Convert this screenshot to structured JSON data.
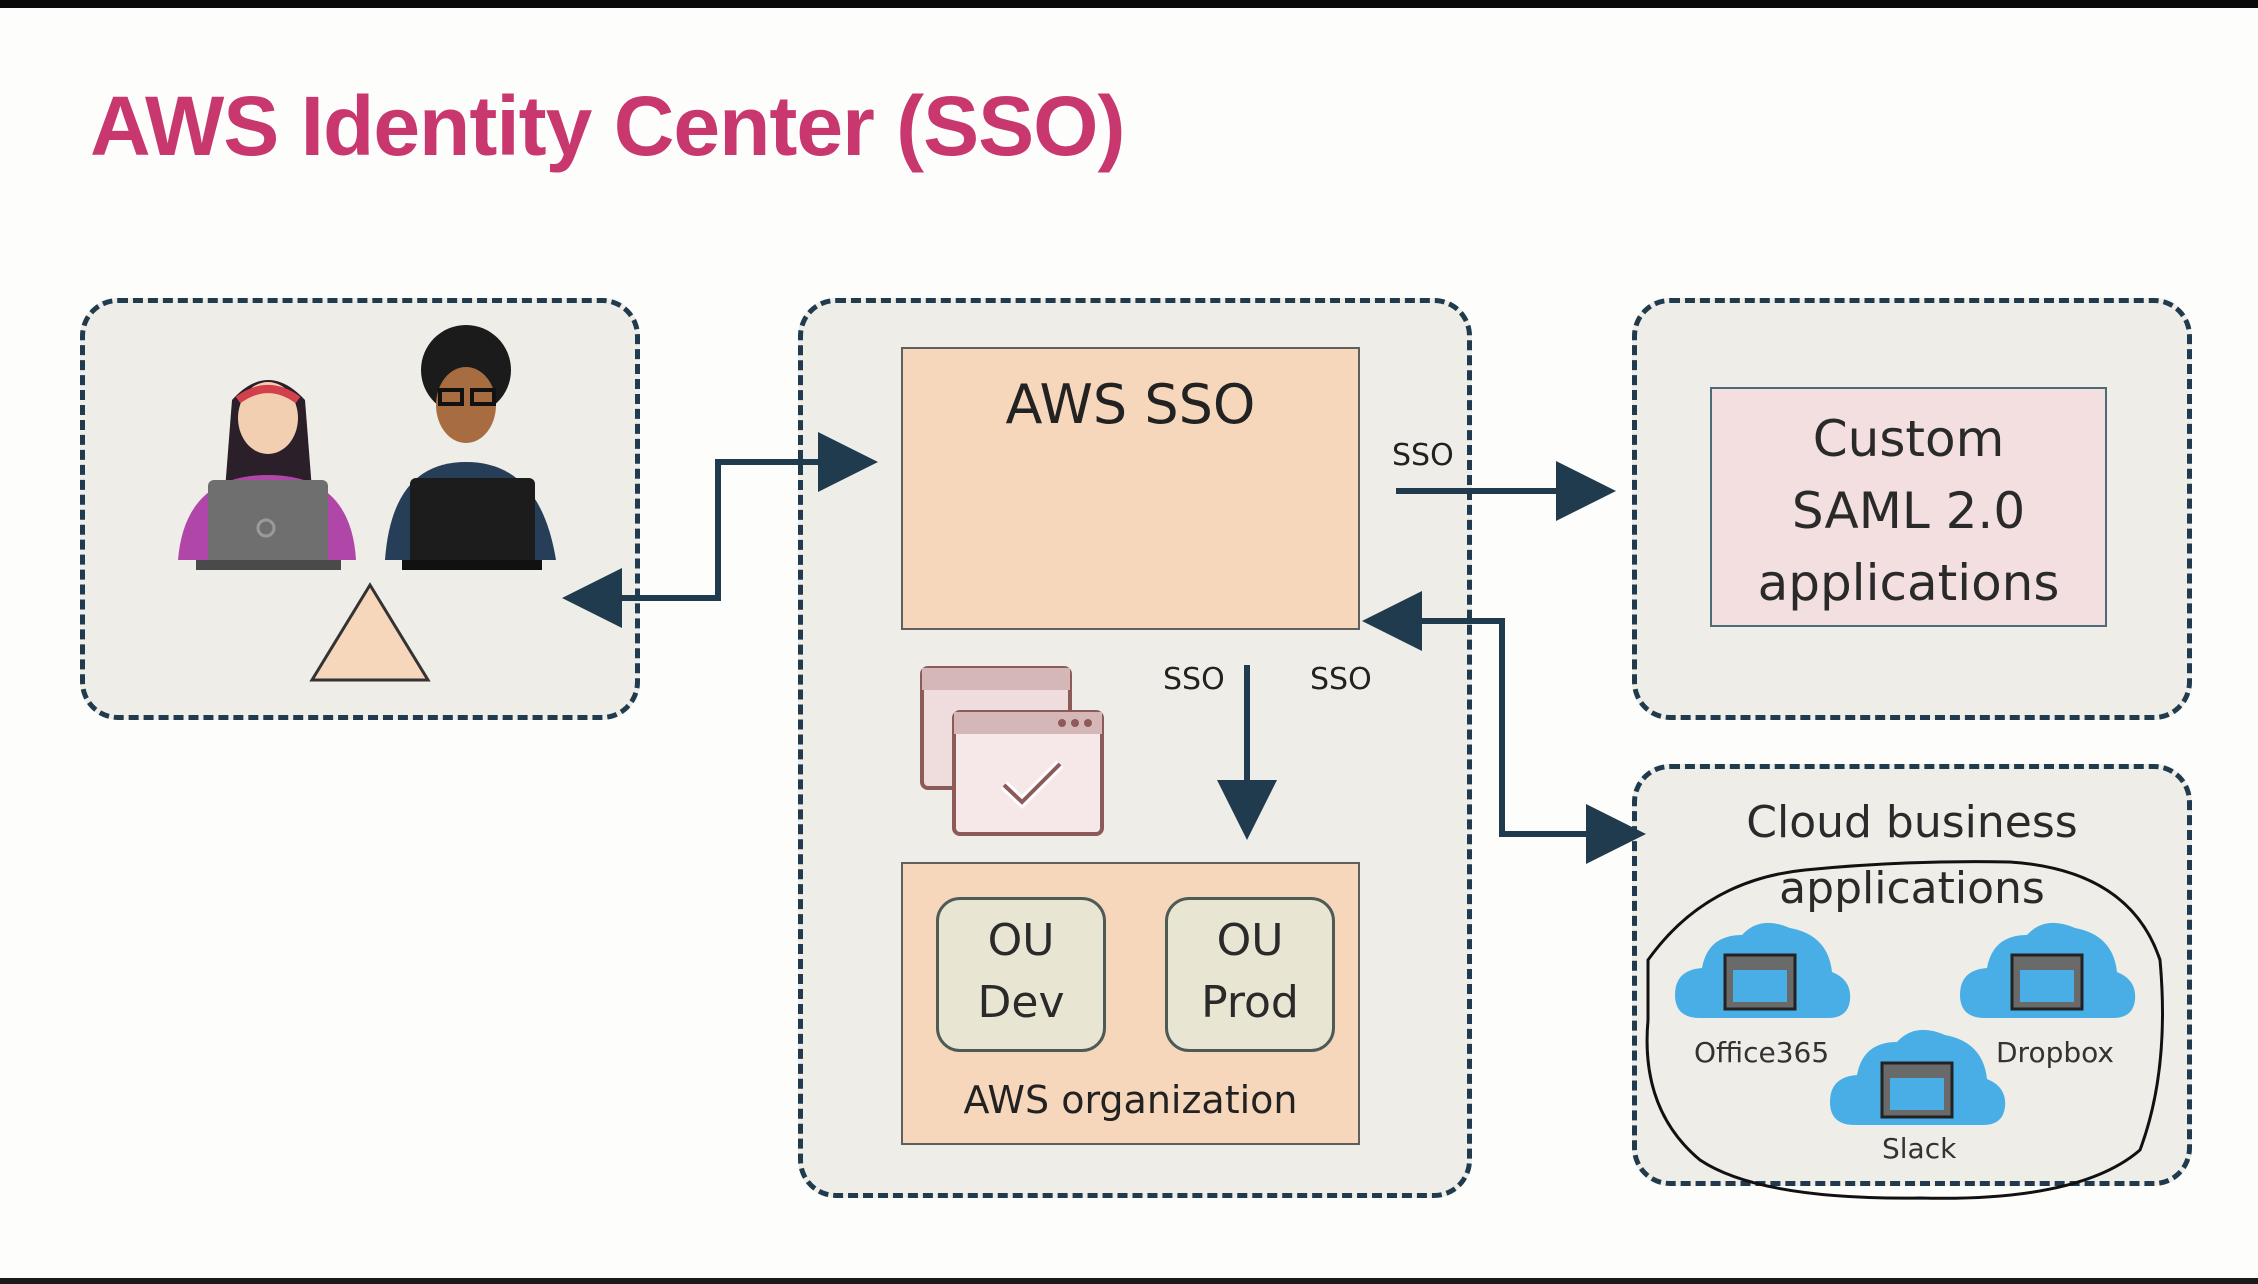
{
  "title": "AWS Identity Center (SSO)",
  "sso_box": {
    "title": "AWS SSO"
  },
  "org": {
    "ou_dev": [
      "OU",
      "Dev"
    ],
    "ou_prod": [
      "OU",
      "Prod"
    ],
    "label": "AWS organization"
  },
  "saml": {
    "lines": [
      "Custom",
      "SAML 2.0",
      "applications"
    ]
  },
  "cloud": {
    "title_lines": [
      "Cloud business",
      "applications"
    ],
    "apps": [
      "Office365",
      "Dropbox",
      "Slack"
    ]
  },
  "arrow_labels": {
    "to_saml": "SSO",
    "to_org": "SSO",
    "to_cloud": "SSO"
  },
  "colors": {
    "title": "#c8386f",
    "panel_bg": "#efede7",
    "dash_border": "#1f3b4d",
    "sso_box": "#f7d7bc",
    "saml_box": "#f3dfdf",
    "cloud_blue": "#4aaee6",
    "arrow": "#1f3b4d"
  }
}
